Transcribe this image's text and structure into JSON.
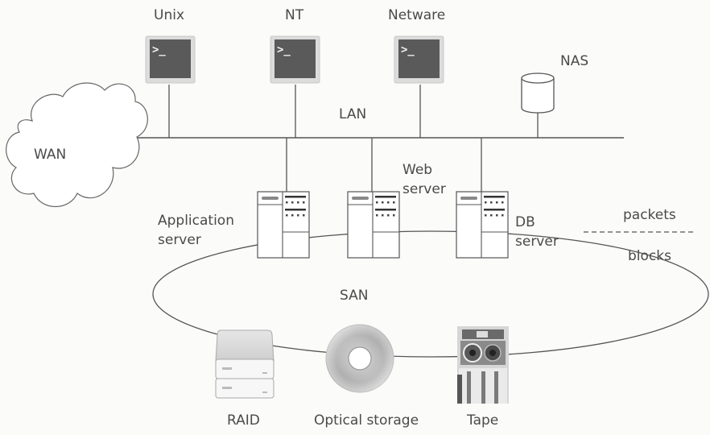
{
  "diagram": {
    "title": "",
    "clients": [
      {
        "label": "Unix",
        "icon": "terminal-icon",
        "prompt": ">_"
      },
      {
        "label": "NT",
        "icon": "terminal-icon",
        "prompt": ">_"
      },
      {
        "label": "Netware",
        "icon": "terminal-icon",
        "prompt": ">_"
      }
    ],
    "nas": {
      "label": "NAS",
      "icon": "cylinder-disk-icon"
    },
    "lan": {
      "label": "LAN"
    },
    "wan": {
      "label": "WAN",
      "icon": "cloud-icon"
    },
    "servers": [
      {
        "label_line1": "Application",
        "label_line2": "server",
        "icon": "server-tower-icon"
      },
      {
        "label_line1": "Web",
        "label_line2": "server",
        "icon": "server-tower-icon"
      },
      {
        "label_line1": "DB",
        "label_line2": "server",
        "icon": "server-tower-icon"
      }
    ],
    "san": {
      "label": "SAN"
    },
    "storage": [
      {
        "label": "RAID",
        "icon": "raid-array-icon"
      },
      {
        "label": "Optical storage",
        "icon": "optical-disc-icon"
      },
      {
        "label": "Tape",
        "icon": "tape-drive-icon"
      }
    ],
    "legend": {
      "upper": "packets",
      "lower": "blocks",
      "line_style": "dashed"
    },
    "colors": {
      "line": "#555555",
      "terminal_screen": "#5a5a5a",
      "terminal_frame": "#d8d8d8",
      "text": "#4a4a4a"
    }
  }
}
